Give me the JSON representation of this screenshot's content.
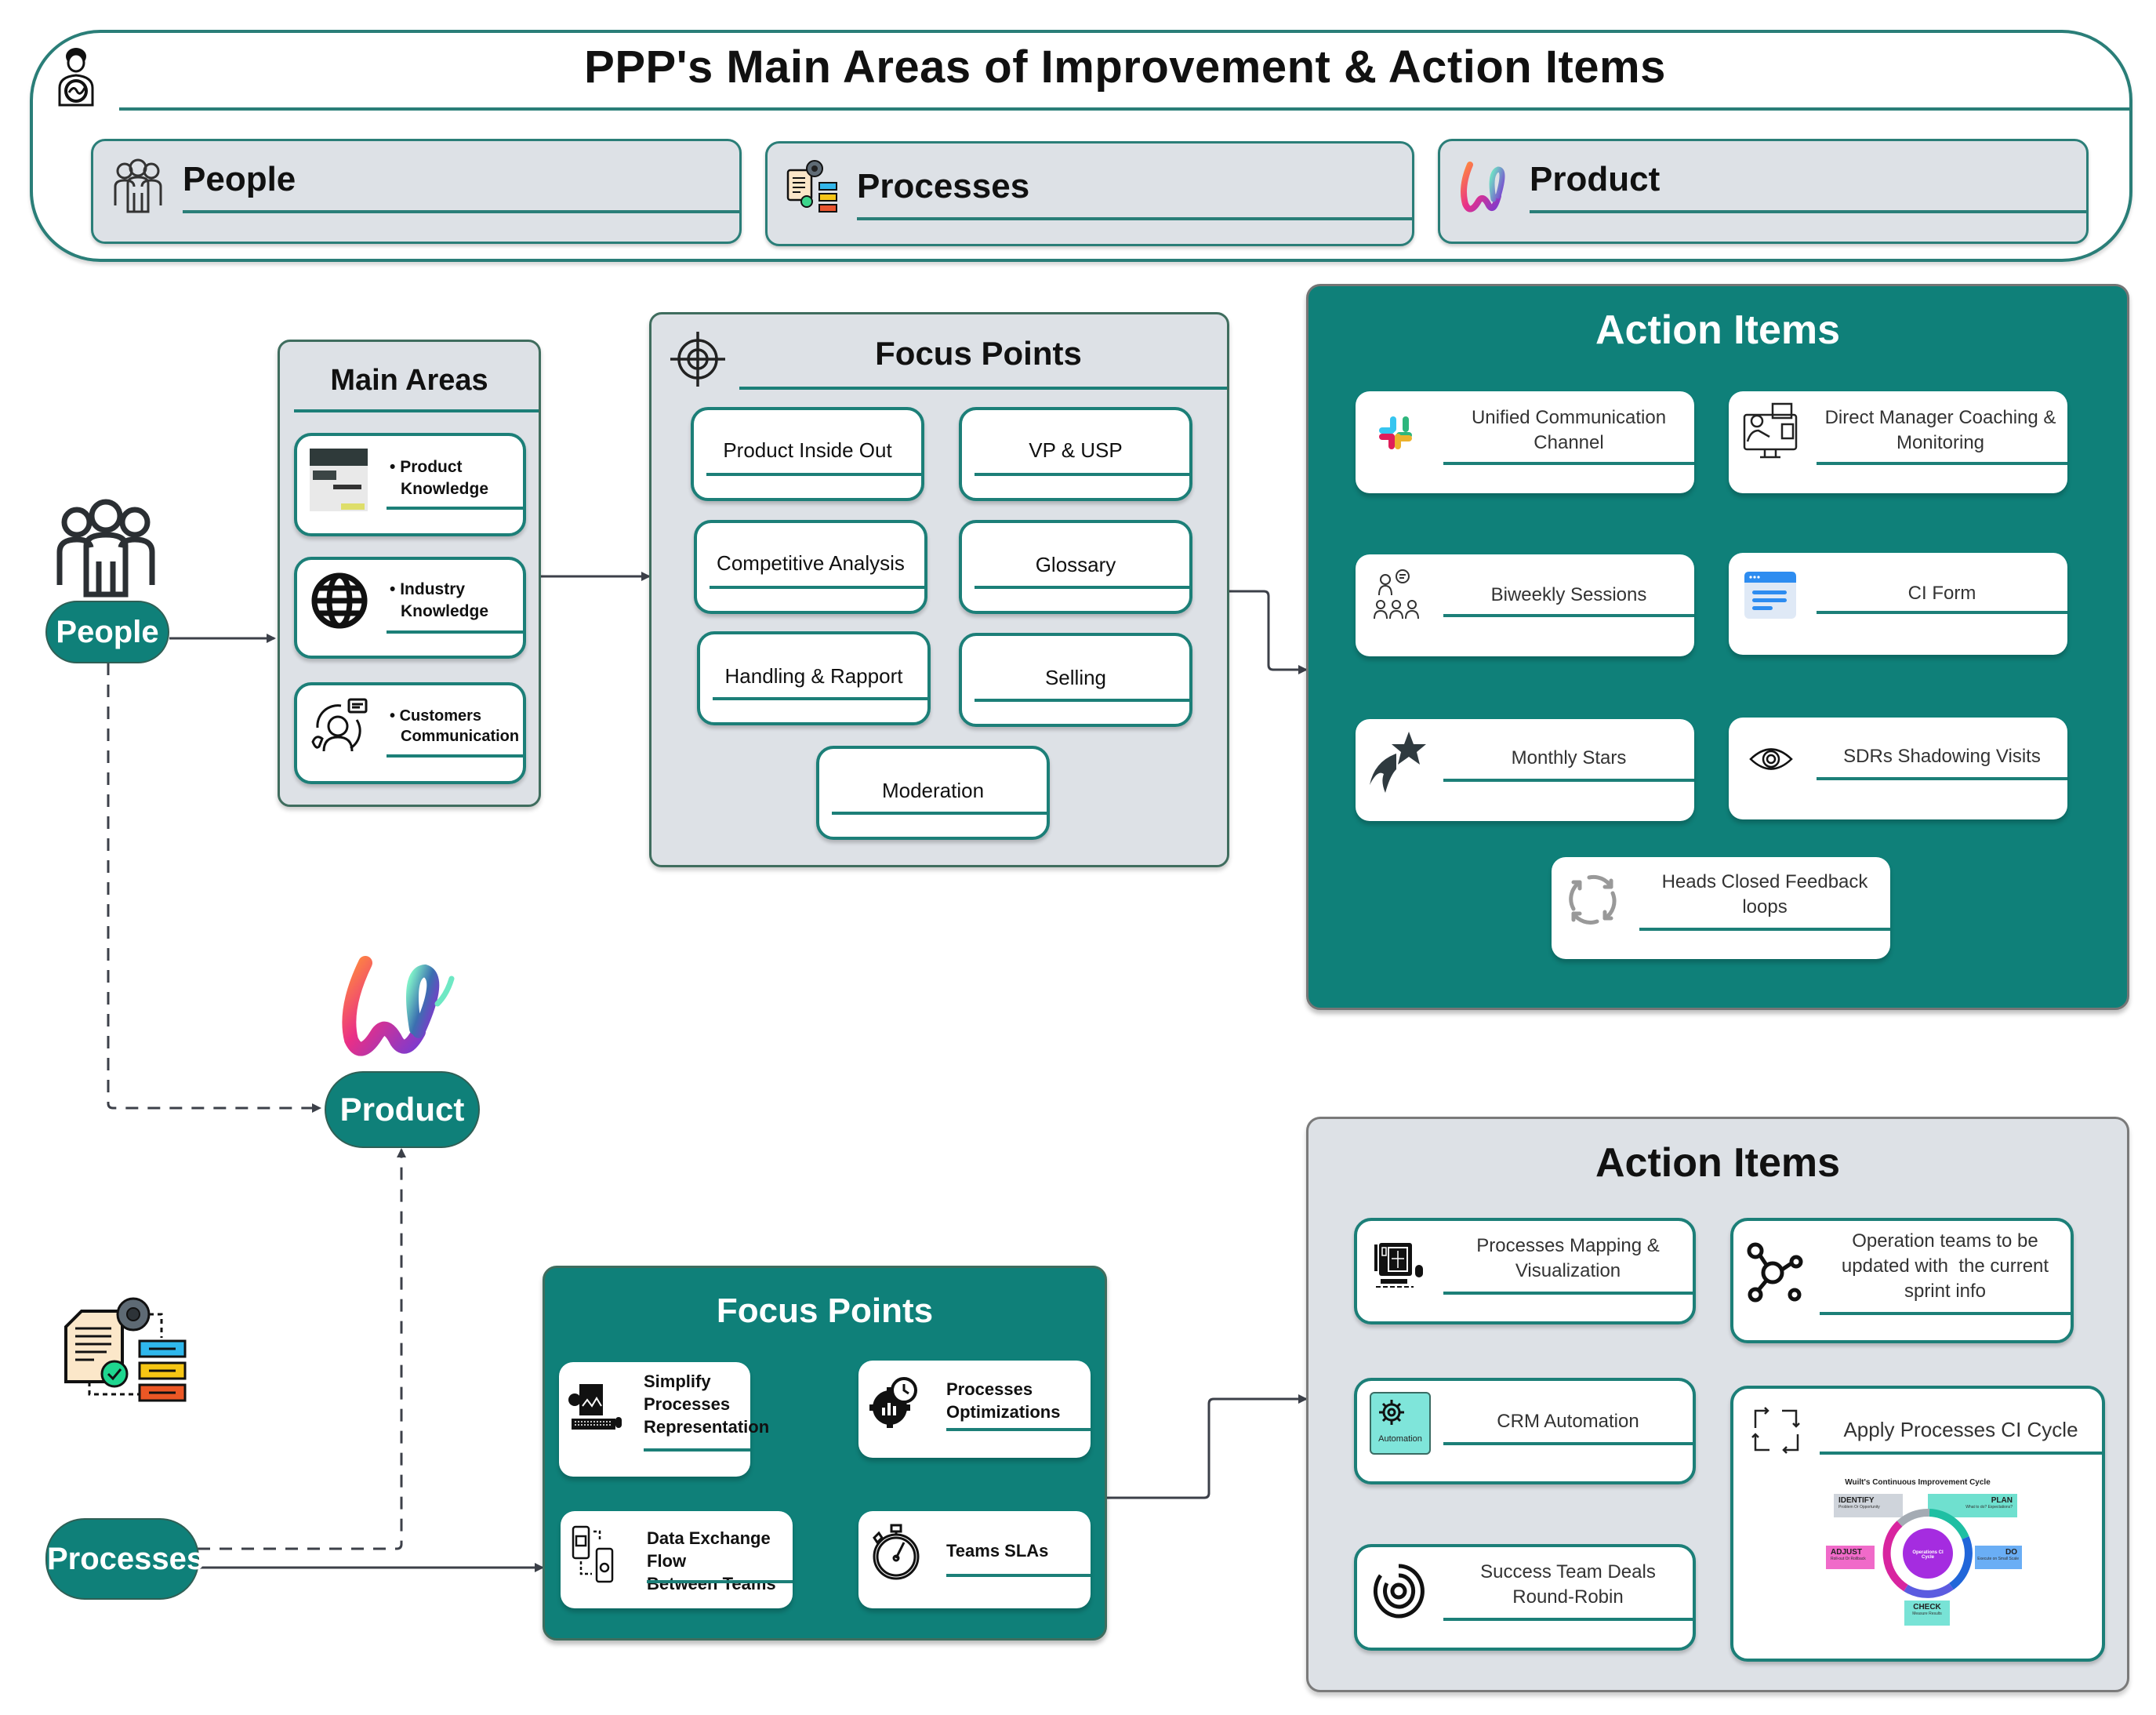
{
  "header": {
    "title": "PPP's Main Areas of Improvement & Action Items",
    "categories": [
      {
        "label": "People",
        "icon": "people-group-icon"
      },
      {
        "label": "Processes",
        "icon": "process-flow-icon"
      },
      {
        "label": "Product",
        "icon": "product-logo-icon"
      }
    ]
  },
  "colors": {
    "teal": "#0f8079",
    "teal_border": "#2a7e78",
    "panel_grey": "#dde1e6",
    "connector": "#3c4049"
  },
  "nodes": {
    "people": "People",
    "product": "Product",
    "processes": "Processes"
  },
  "people_section": {
    "main_areas": {
      "title": "Main Areas",
      "items": [
        {
          "bullet": "•",
          "line1": "Product",
          "line2": "Knowledge",
          "icon": "product-screenshot-icon"
        },
        {
          "bullet": "•",
          "line1": "Industry",
          "line2": "Knowledge",
          "icon": "globe-icon"
        },
        {
          "bullet": "•",
          "line1": "Customers",
          "line2": "Communication",
          "icon": "customer-support-icon"
        }
      ]
    },
    "focus_points": {
      "title": "Focus Points",
      "icon": "target-icon",
      "items": [
        "Product Inside Out",
        "VP & USP",
        "Competitive Analysis",
        "Glossary",
        "Handling & Rapport",
        "Selling",
        "Moderation"
      ]
    },
    "action_items": {
      "title": "Action Items",
      "items": [
        {
          "line1": "Unified Communication",
          "line2": "Channel",
          "icon": "slack-icon"
        },
        {
          "line1": "Direct Manager Coaching &",
          "line2": "Monitoring",
          "icon": "online-coaching-icon"
        },
        {
          "line1": "Biweekly Sessions",
          "line2": "",
          "icon": "group-session-icon"
        },
        {
          "line1": "CI Form",
          "line2": "",
          "icon": "form-icon"
        },
        {
          "line1": "Monthly Stars",
          "line2": "",
          "icon": "shooting-star-icon"
        },
        {
          "line1": "SDRs Shadowing Visits",
          "line2": "",
          "icon": "eye-icon"
        },
        {
          "line1": "Heads Closed Feedback",
          "line2": "loops",
          "icon": "refresh-loop-icon"
        }
      ]
    }
  },
  "processes_section": {
    "focus_points": {
      "title": "Focus Points",
      "items": [
        {
          "lines": [
            "Simplify",
            "Processes",
            "Representation"
          ],
          "icon": "document-computer-icon"
        },
        {
          "lines": [
            "Processes",
            "Optimizations"
          ],
          "icon": "gear-clock-icon"
        },
        {
          "lines": [
            "Data Exchange Flow",
            "Between Teams"
          ],
          "icon": "phone-exchange-icon"
        },
        {
          "lines": [
            "Teams SLAs"
          ],
          "icon": "stopwatch-icon"
        }
      ]
    },
    "action_items": {
      "title": "Action Items",
      "items": [
        {
          "lines": [
            "Processes Mapping &",
            "Visualization"
          ],
          "icon": "process-mapping-icon"
        },
        {
          "lines": [
            "Operation teams to be",
            "updated with  the current",
            "sprint info"
          ],
          "icon": "network-nodes-icon"
        },
        {
          "lines": [
            "CRM Automation"
          ],
          "icon": "automation-gear-icon",
          "icon_label": "Automation"
        },
        {
          "lines": [
            "Apply Processes CI Cycle"
          ],
          "icon": "cycle-arrows-icon"
        },
        {
          "lines": [
            "Success Team Deals",
            "Round-Robin"
          ],
          "icon": "round-robin-icon"
        }
      ],
      "ci_cycle": {
        "title": "Wuilt's Continuous Improvement Cycle",
        "center": "Operations CI Cycle",
        "stages": [
          {
            "name": "IDENTIFY",
            "desc": "Problem Or Opportunity",
            "color": "#cfd4db"
          },
          {
            "name": "PLAN",
            "desc": "What to do? Expectations?",
            "color": "#6fe0cf"
          },
          {
            "name": "DO",
            "desc": "Execute on Small Scale",
            "color": "#6aaef5"
          },
          {
            "name": "CHECK",
            "desc": "Measure Results",
            "color": "#78e3d6"
          },
          {
            "name": "ADJUST",
            "desc": "Roll-out Or Rollback",
            "color": "#f06ac9"
          }
        ]
      }
    }
  }
}
